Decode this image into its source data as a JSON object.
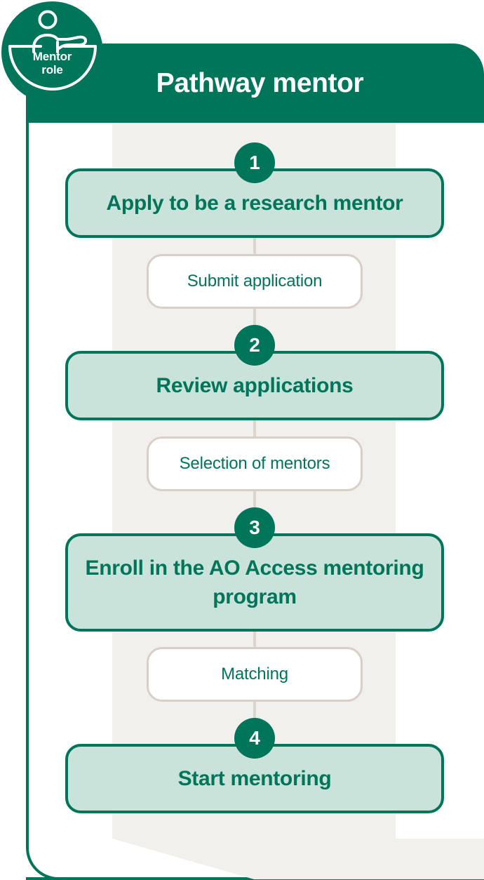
{
  "header": {
    "title": "Pathway mentor",
    "badge": {
      "line1": "Mentor",
      "line2": "role",
      "icon": "mentor-person-icon"
    }
  },
  "colors": {
    "brand_green": "#00755A",
    "step_fill": "#C9E3DA",
    "band_background": "#F2F0ED",
    "action_border": "#D8D0C6",
    "connector": "#DCD6CE",
    "white": "#FFFFFF"
  },
  "flow": {
    "steps": [
      {
        "number": "1",
        "label": "Apply to be a research mentor"
      },
      {
        "number": "2",
        "label": "Review applications"
      },
      {
        "number": "3",
        "label": "Enroll in the AO Access mentoring program"
      },
      {
        "number": "4",
        "label": "Start mentoring"
      }
    ],
    "actions": [
      {
        "label": "Submit application"
      },
      {
        "label": "Selection of mentors"
      },
      {
        "label": "Matching"
      }
    ]
  }
}
